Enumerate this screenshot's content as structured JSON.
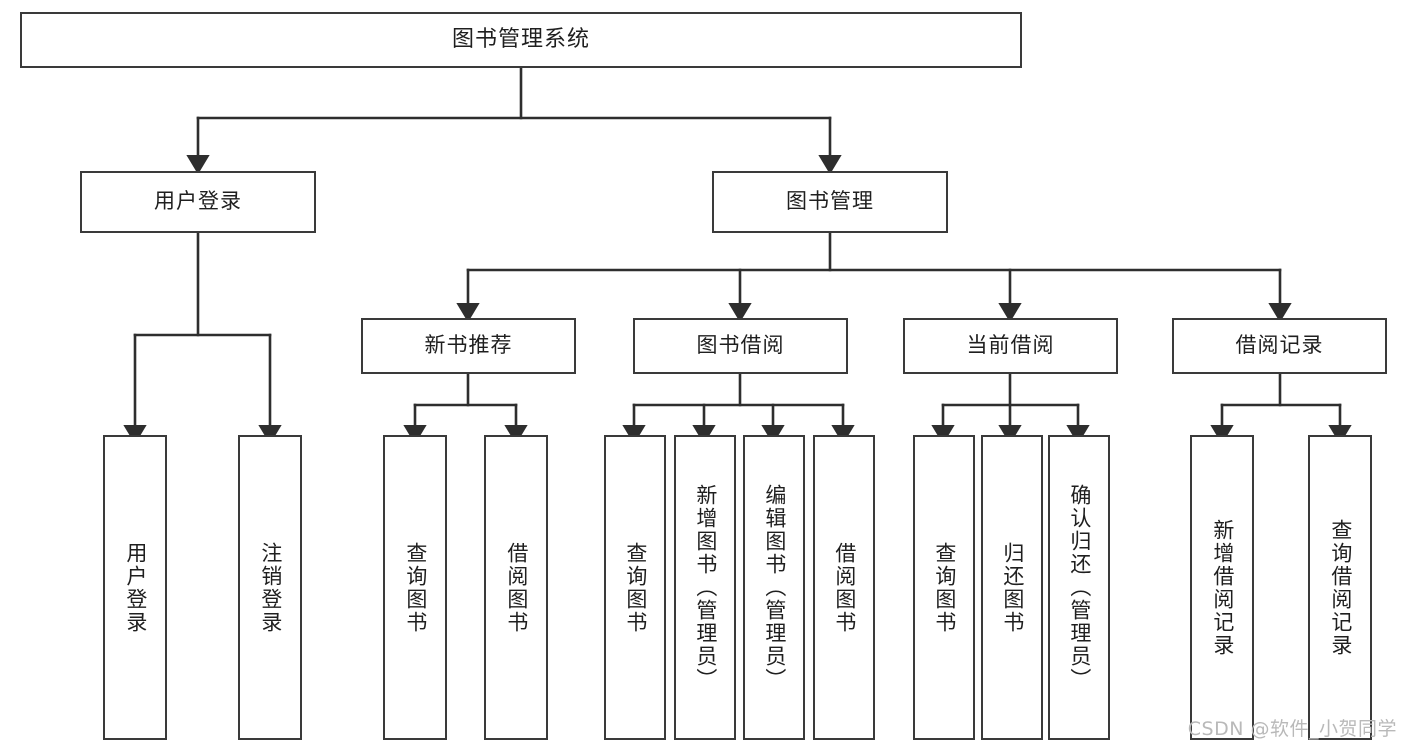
{
  "diagram": {
    "title": "图书管理系统",
    "type": "tree",
    "watermark": "CSDN @软件_小贺同学",
    "colors": {
      "box_border": "#3a3a3a",
      "box_fill": "#ffffff",
      "connector": "#2e2e2e",
      "text": "#1f1f1f",
      "watermark": "#b9b9b9",
      "background": "#ffffff"
    },
    "levels": [
      {
        "level": 1,
        "nodes": [
          {
            "id": "root",
            "label": "图书管理系统",
            "orientation": "horizontal"
          }
        ]
      },
      {
        "level": 2,
        "nodes": [
          {
            "id": "login",
            "label": "用户登录",
            "orientation": "horizontal",
            "parent": "root"
          },
          {
            "id": "bookmgmt",
            "label": "图书管理",
            "orientation": "horizontal",
            "parent": "root"
          }
        ]
      },
      {
        "level": 3,
        "nodes": [
          {
            "id": "newbook",
            "label": "新书推荐",
            "orientation": "horizontal",
            "parent": "bookmgmt"
          },
          {
            "id": "borrow",
            "label": "图书借阅",
            "orientation": "horizontal",
            "parent": "bookmgmt"
          },
          {
            "id": "current",
            "label": "当前借阅",
            "orientation": "horizontal",
            "parent": "bookmgmt"
          },
          {
            "id": "records",
            "label": "借阅记录",
            "orientation": "horizontal",
            "parent": "bookmgmt"
          }
        ]
      },
      {
        "level": 4,
        "nodes": [
          {
            "id": "leaf1",
            "label": "用户登录",
            "orientation": "vertical",
            "parent": "login"
          },
          {
            "id": "leaf2",
            "label": "注销登录",
            "orientation": "vertical",
            "parent": "login"
          },
          {
            "id": "leaf3",
            "label": "查询图书",
            "orientation": "vertical",
            "parent": "newbook"
          },
          {
            "id": "leaf4",
            "label": "借阅图书",
            "orientation": "vertical",
            "parent": "newbook"
          },
          {
            "id": "leaf5",
            "label": "查询图书",
            "orientation": "vertical",
            "parent": "borrow"
          },
          {
            "id": "leaf6",
            "label": "新增图书（管理员）",
            "orientation": "vertical",
            "parent": "borrow"
          },
          {
            "id": "leaf7",
            "label": "编辑图书（管理员）",
            "orientation": "vertical",
            "parent": "borrow"
          },
          {
            "id": "leaf8",
            "label": "借阅图书",
            "orientation": "vertical",
            "parent": "borrow"
          },
          {
            "id": "leaf9",
            "label": "查询图书",
            "orientation": "vertical",
            "parent": "current"
          },
          {
            "id": "leaf10",
            "label": "归还图书",
            "orientation": "vertical",
            "parent": "current"
          },
          {
            "id": "leaf11",
            "label": "确认归还（管理员）",
            "orientation": "vertical",
            "parent": "current"
          },
          {
            "id": "leaf12",
            "label": "新增借阅记录",
            "orientation": "vertical",
            "parent": "records"
          },
          {
            "id": "leaf13",
            "label": "查询借阅记录",
            "orientation": "vertical",
            "parent": "records"
          }
        ]
      }
    ]
  }
}
